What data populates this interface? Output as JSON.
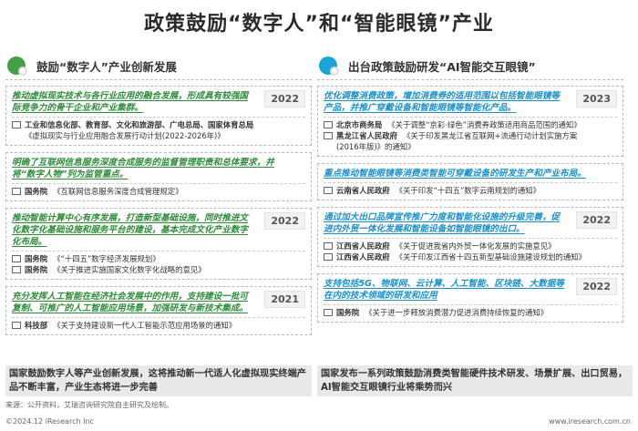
{
  "title": "政策鼓励“数字人”和“智能眼镜”产业",
  "left": {
    "header": "鼓励“数字人”产业创新发展",
    "cards": [
      {
        "title": "推动虚拟现实技术与各行业应用的融合发展，形成具有较强国际竞争力的骨干企业和产业集群。",
        "year": "2022",
        "items": [
          {
            "org": "工业和信息化部、教育部、文化和旅游部、广电总局、国家体育总局",
            "doc": "《虚拟现实与行业应用融合发展行动计划(2022-2026年)》"
          }
        ]
      },
      {
        "title": "明确了互联网信息服务深度合成服务的监督管理职责和总体要求，并将“数字人物”列为监管重点。",
        "year": "",
        "items": [
          {
            "org": "国务院",
            "doc": "《互联网信息服务深度合成管理规定》"
          }
        ]
      },
      {
        "title": "推动智能计算中心有序发展，打造新型基础设施，同时推进文化数字化基础设施和服务平台的建设，基本完成文化产业数字化布局。",
        "year": "2022",
        "items": [
          {
            "org": "国务院",
            "doc": "《“十四五”数字经济发展规划》"
          },
          {
            "org": "国务院",
            "doc": "《关于推进实施国家文化数字化战略的意见》"
          }
        ]
      },
      {
        "title": "充分发挥人工智能在经济社会发展中的作用，支持建设一批可复制、可推广的人工智能应用场景，加强研发与新技术集成。",
        "year": "2021",
        "items": [
          {
            "org": "科技部",
            "doc": "《关于支持建设新一代人工智能示范应用场景的通知》"
          }
        ]
      }
    ],
    "summary": "国家鼓励数字人等产业创新发展，这将推动新一代适人化虚拟现实终端产品不断丰富，产业生态将进一步完善"
  },
  "right": {
    "header": "出台政策鼓励研发“AI智能交互眼镜”",
    "cards": [
      {
        "title": "优化调整消费政策，增加消费券的适用范围以包括智能眼镜等产品，并推广穿戴设备和智能眼镜等智能化产品。",
        "year": "2023",
        "items": [
          {
            "org": "北京市商务局",
            "doc": "《关于调整“京彩·绿色”消费券政策适用商品范围的通知》"
          },
          {
            "org": "黑龙江省人民政府",
            "doc": "《关于印发黑龙江省互联网+流通行动计划实施方案",
            "doc2": "(2016年版)》的通知》"
          }
        ]
      },
      {
        "title": "重点推动智能眼镜等消费类智能可穿戴设备的研发生产和产业布局。",
        "year": "",
        "items": [
          {
            "org": "云南省人民政府",
            "doc": "《关于印发“十四五”数字云南规划的通知》"
          }
        ]
      },
      {
        "title": "通过加大出口品牌宣传推广力度和智能化设施的升级完善，促进内外贸一体化发展和智能设备如智能眼镜的出口。",
        "year": "2022",
        "items": [
          {
            "org": "江西省人民政府",
            "doc": "《关于促进我省内外贸一体化发展的实施意见》"
          },
          {
            "org": "江西省人民政府",
            "doc": "《关于印发江西省十四五新型基础设施建设规划的通知》"
          }
        ]
      },
      {
        "title": "支持包括5G、物联网、云计算、人工智能、区块链、大数据等在内的技术领域的研发和应用",
        "year": "2022",
        "items": [
          {
            "org": "国务院",
            "doc": "《关于进一步释放消费潜力促进消费持续恢复的通知》"
          }
        ]
      }
    ],
    "summary": "国家发布一系列政策鼓励消费类智能硬件技术研发、场景扩展、出口贸易，AI智能交互眼镜行业将乘势而兴"
  },
  "source": "来源：公开资料，艾瑞咨询研究院自主研究及绘制。",
  "footer_left": "©2024.12 iResearch Inc",
  "footer_right": "www.iresearch.com.cn"
}
